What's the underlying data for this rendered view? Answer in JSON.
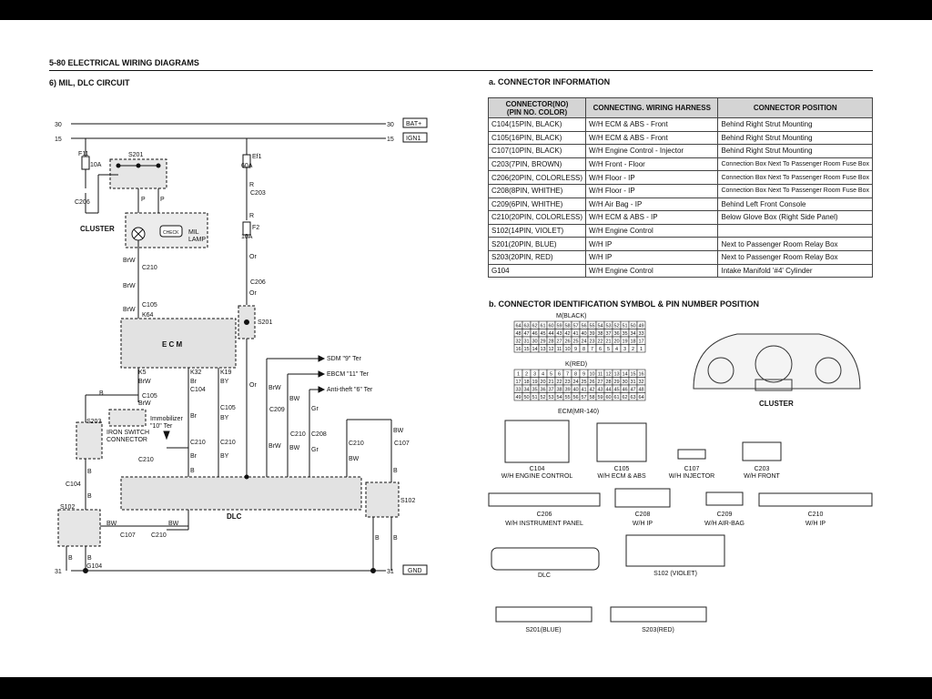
{
  "header": {
    "page_title": "5-80  ELECTRICAL WIRING DIAGRAMS"
  },
  "section": {
    "title": "6)  MIL, DLC CIRCUIT"
  },
  "connector_info": {
    "title": "a. CONNECTOR INFORMATION",
    "columns": [
      "CONNECTOR(NO)\n(PIN NO. COLOR)",
      "CONNECTING. WIRING HARNESS",
      "CONNECTOR POSITION"
    ],
    "rows": [
      [
        "C104(15PIN, BLACK)",
        "W/H ECM & ABS - Front",
        "Behind Right Strut Mounting"
      ],
      [
        "C105(16PIN, BLACK)",
        "W/H ECM & ABS - Front",
        "Behind Right Strut Mounting"
      ],
      [
        "C107(10PIN, BLACK)",
        "W/H Engine Control - Injector",
        "Behind Right Strut Mounting"
      ],
      [
        "C203(7PIN, BROWN)",
        "W/H Front - Floor",
        "Connection Box Next To Passenger Room Fuse Box"
      ],
      [
        "C206(20PIN, COLORLESS)",
        "W/H Floor - IP",
        "Connection Box Next To Passenger Room Fuse Box"
      ],
      [
        "C208(8PIN, WHITHE)",
        "W/H Floor - IP",
        "Connection Box Next To Passenger Room Fuse Box"
      ],
      [
        "C209(6PIN, WHITHE)",
        "W/H Air Bag - IP",
        "Behind Left Front Console"
      ],
      [
        "C210(20PIN, COLORLESS)",
        "W/H ECM & ABS - IP",
        "Below Glove Box (Right Side Panel)"
      ],
      [
        "S102(14PIN, VIOLET)",
        "W/H Engine Control",
        ""
      ],
      [
        "S201(20PIN, BLUE)",
        "W/H IP",
        "Next to Passenger Room Relay Box"
      ],
      [
        "S203(20PIN, RED)",
        "W/H IP",
        "Next to Passenger Room Relay Box"
      ],
      [
        "G104",
        "W/H Engine Control",
        "Intake Manifold '#4' Cylinder"
      ]
    ]
  },
  "identification": {
    "title": "b. CONNECTOR IDENTIFICATION SYMBOL & PIN NUMBER POSITION",
    "ecm_black_label": "M(BLACK)",
    "ecm_red_label": "K(RED)",
    "ecm_label": "ECM(MR-140)",
    "cluster_label": "CLUSTER",
    "ecm_black_rows": [
      [
        "64",
        "63",
        "62",
        "61",
        "60",
        "59",
        "58",
        "57",
        "56",
        "55",
        "54",
        "53",
        "52",
        "51",
        "50",
        "49"
      ],
      [
        "48",
        "47",
        "46",
        "45",
        "44",
        "43",
        "42",
        "41",
        "40",
        "39",
        "38",
        "37",
        "36",
        "35",
        "34",
        "33"
      ],
      [
        "32",
        "31",
        "30",
        "29",
        "28",
        "27",
        "26",
        "25",
        "24",
        "23",
        "22",
        "21",
        "20",
        "19",
        "18",
        "17"
      ],
      [
        "16",
        "15",
        "14",
        "13",
        "12",
        "11",
        "10",
        "9",
        "8",
        "7",
        "6",
        "5",
        "4",
        "3",
        "2",
        "1"
      ]
    ],
    "ecm_red_rows": [
      [
        "1",
        "2",
        "3",
        "4",
        "5",
        "6",
        "7",
        "8",
        "9",
        "10",
        "11",
        "12",
        "13",
        "14",
        "15",
        "16"
      ],
      [
        "17",
        "18",
        "19",
        "20",
        "21",
        "22",
        "23",
        "24",
        "25",
        "26",
        "27",
        "28",
        "29",
        "30",
        "31",
        "32"
      ],
      [
        "33",
        "34",
        "35",
        "36",
        "37",
        "38",
        "39",
        "40",
        "41",
        "42",
        "43",
        "44",
        "45",
        "46",
        "47",
        "48"
      ],
      [
        "49",
        "50",
        "51",
        "52",
        "53",
        "54",
        "55",
        "56",
        "57",
        "58",
        "59",
        "60",
        "61",
        "62",
        "63",
        "64"
      ]
    ],
    "connectors": [
      {
        "name": "C104",
        "sub": "W/H ENGINE CONTROL"
      },
      {
        "name": "C105",
        "sub": "W/H ECM & ABS"
      },
      {
        "name": "C107",
        "sub": "W/H INJECTOR"
      },
      {
        "name": "C203",
        "sub": "W/H FRONT"
      },
      {
        "name": "C206",
        "sub": "W/H INSTRUMENT PANEL"
      },
      {
        "name": "C208",
        "sub": "W/H IP"
      },
      {
        "name": "C209",
        "sub": "W/H AIR-BAG"
      },
      {
        "name": "C210",
        "sub": "W/H IP"
      },
      {
        "name": "DLC",
        "sub": ""
      },
      {
        "name": "S102 (VIOLET)",
        "sub": ""
      },
      {
        "name": "S201(BLUE)",
        "sub": ""
      },
      {
        "name": "S203(RED)",
        "sub": ""
      }
    ]
  },
  "wiring": {
    "bus": {
      "n30": "30",
      "n15": "15",
      "n31": "31",
      "bat": "BAT+",
      "ign": "IGN1",
      "gnd": "GND"
    },
    "fuses": {
      "f11": "F11",
      "f11_amp": "10A",
      "ef1": "Ef1",
      "ef1_amp": "60A",
      "f2": "F2",
      "f2_amp": "10A"
    },
    "labels": {
      "s201": "S201",
      "s203": "S203",
      "s102": "S102",
      "g104": "G104",
      "cluster": "CLUSTER",
      "mil_lamp": "MIL\nLAMP",
      "check": "CHECK",
      "ecm": "E  C  M",
      "dlc": "DLC",
      "c206": "C206",
      "c210": "C210",
      "c105": "C105",
      "c203": "C203",
      "c104": "C104",
      "c107": "C107",
      "c208": "C208",
      "c209": "C209",
      "k64": "K64",
      "k5": "K5",
      "k32": "K32",
      "k19": "K19",
      "immobilizer": "Immobilizer\n\"10\" Ter",
      "iron_switch": "IRON SWITCH\nCONNECTOR",
      "sdm": "SDM \"9\" Ter",
      "ebcm": "EBCM \"11\" Ter",
      "antitheft": "Anti-theft \"6\" Ter",
      "p": "P",
      "r": "R",
      "or": "Or",
      "b": "B",
      "brw": "BrW",
      "br": "Br",
      "by": "BY",
      "bw": "BW",
      "gr": "Gr"
    }
  }
}
